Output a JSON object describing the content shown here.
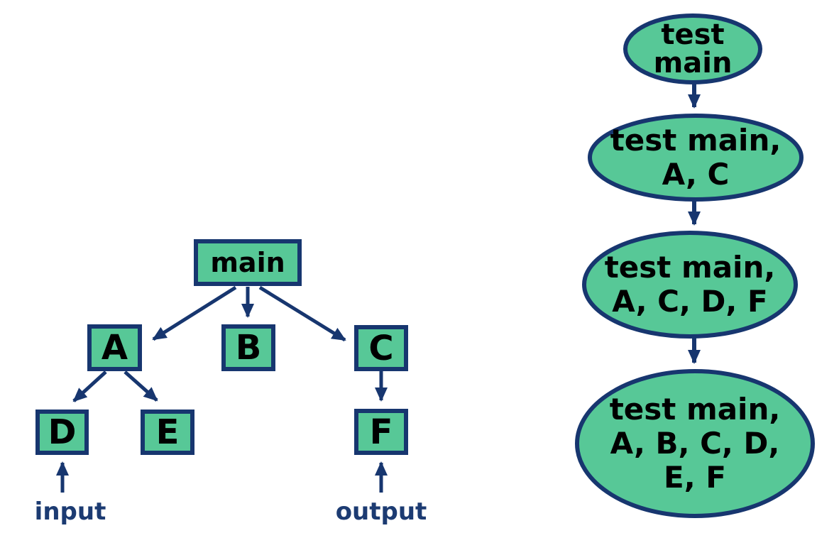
{
  "palette": {
    "node_fill": "#57C897",
    "outline": "#17366F",
    "node_text": "#000000",
    "io_label_text": "#1C3B72",
    "background": "#FFFFFF"
  },
  "call_tree": {
    "nodes": {
      "main": "main",
      "a": "A",
      "b": "B",
      "c": "C",
      "d": "D",
      "e": "E",
      "f": "F"
    },
    "annotations": {
      "input": "input",
      "output": "output"
    },
    "edges": [
      "main→A",
      "main→B",
      "main→C",
      "A→D",
      "A→E",
      "C→F",
      "input→D",
      "output→F"
    ]
  },
  "test_sequence": {
    "steps": [
      {
        "lines": [
          "test",
          "main"
        ]
      },
      {
        "lines": [
          "test main,",
          "A, C"
        ]
      },
      {
        "lines": [
          "test main,",
          "A, C, D, F"
        ]
      },
      {
        "lines": [
          "test main,",
          "A, B, C, D,",
          "E, F"
        ]
      }
    ],
    "edges": [
      "step1→step2",
      "step2→step3",
      "step3→step4"
    ]
  }
}
